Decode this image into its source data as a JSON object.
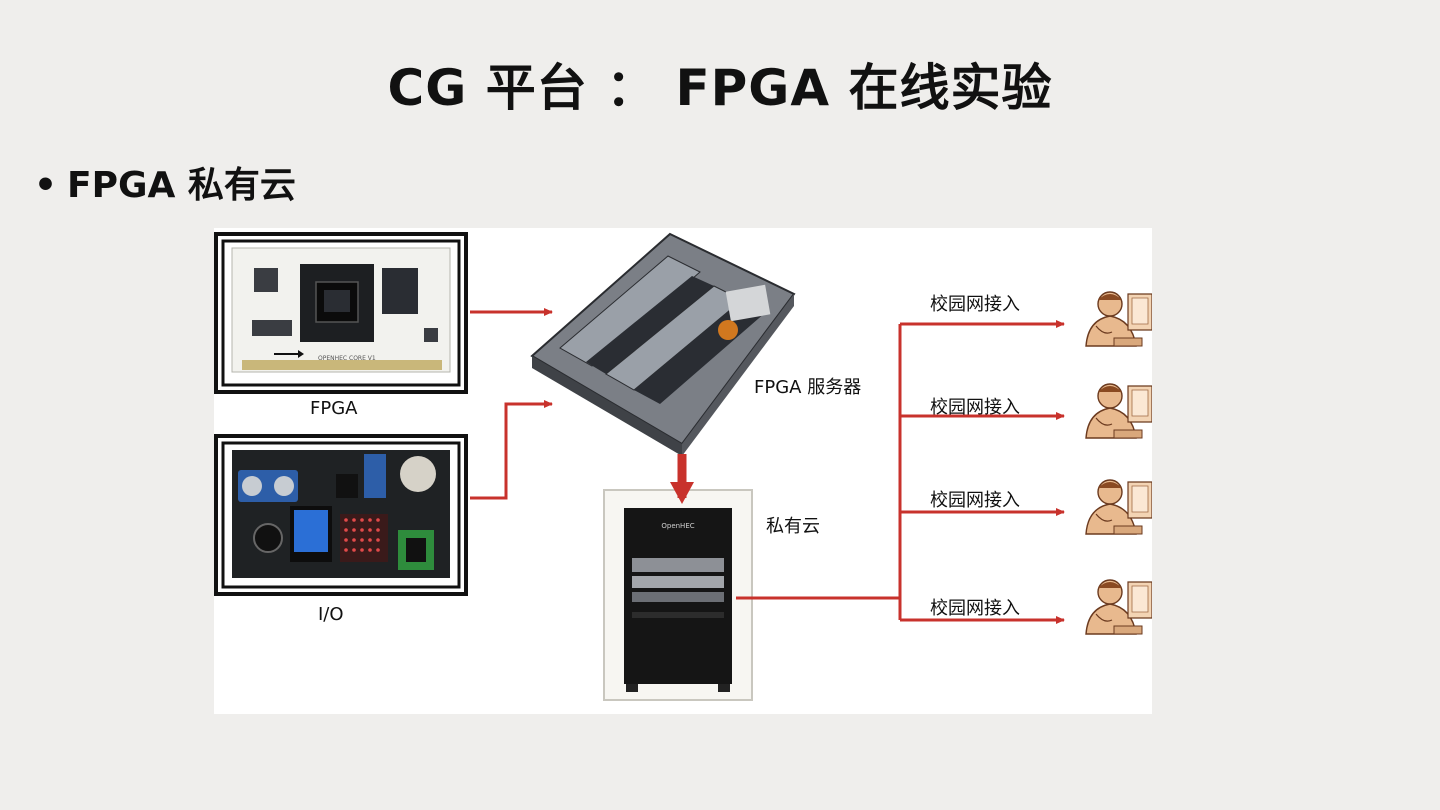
{
  "slide": {
    "title": "CG 平台 ： FPGA 在线实验",
    "bullet_symbol": "•",
    "bullet_text": "FPGA 私有云"
  },
  "diagram": {
    "fpga_label": "FPGA",
    "io_label": "I/O",
    "server_label": "FPGA 服务器",
    "cloud_label": "私有云",
    "campus_labels": [
      "校园网接入",
      "校园网接入",
      "校园网接入",
      "校园网接入"
    ],
    "board_silkscreen": "OPENHEC CORE V1",
    "cabinet_brand": "OpenHEC"
  },
  "colors": {
    "arrow": "#c8322c",
    "background": "#efeeec",
    "pcb_white": "#f2f2ee",
    "pcb_dark": "#1d1f22",
    "cabinet": "#151515",
    "skin": "#e8b98e"
  }
}
